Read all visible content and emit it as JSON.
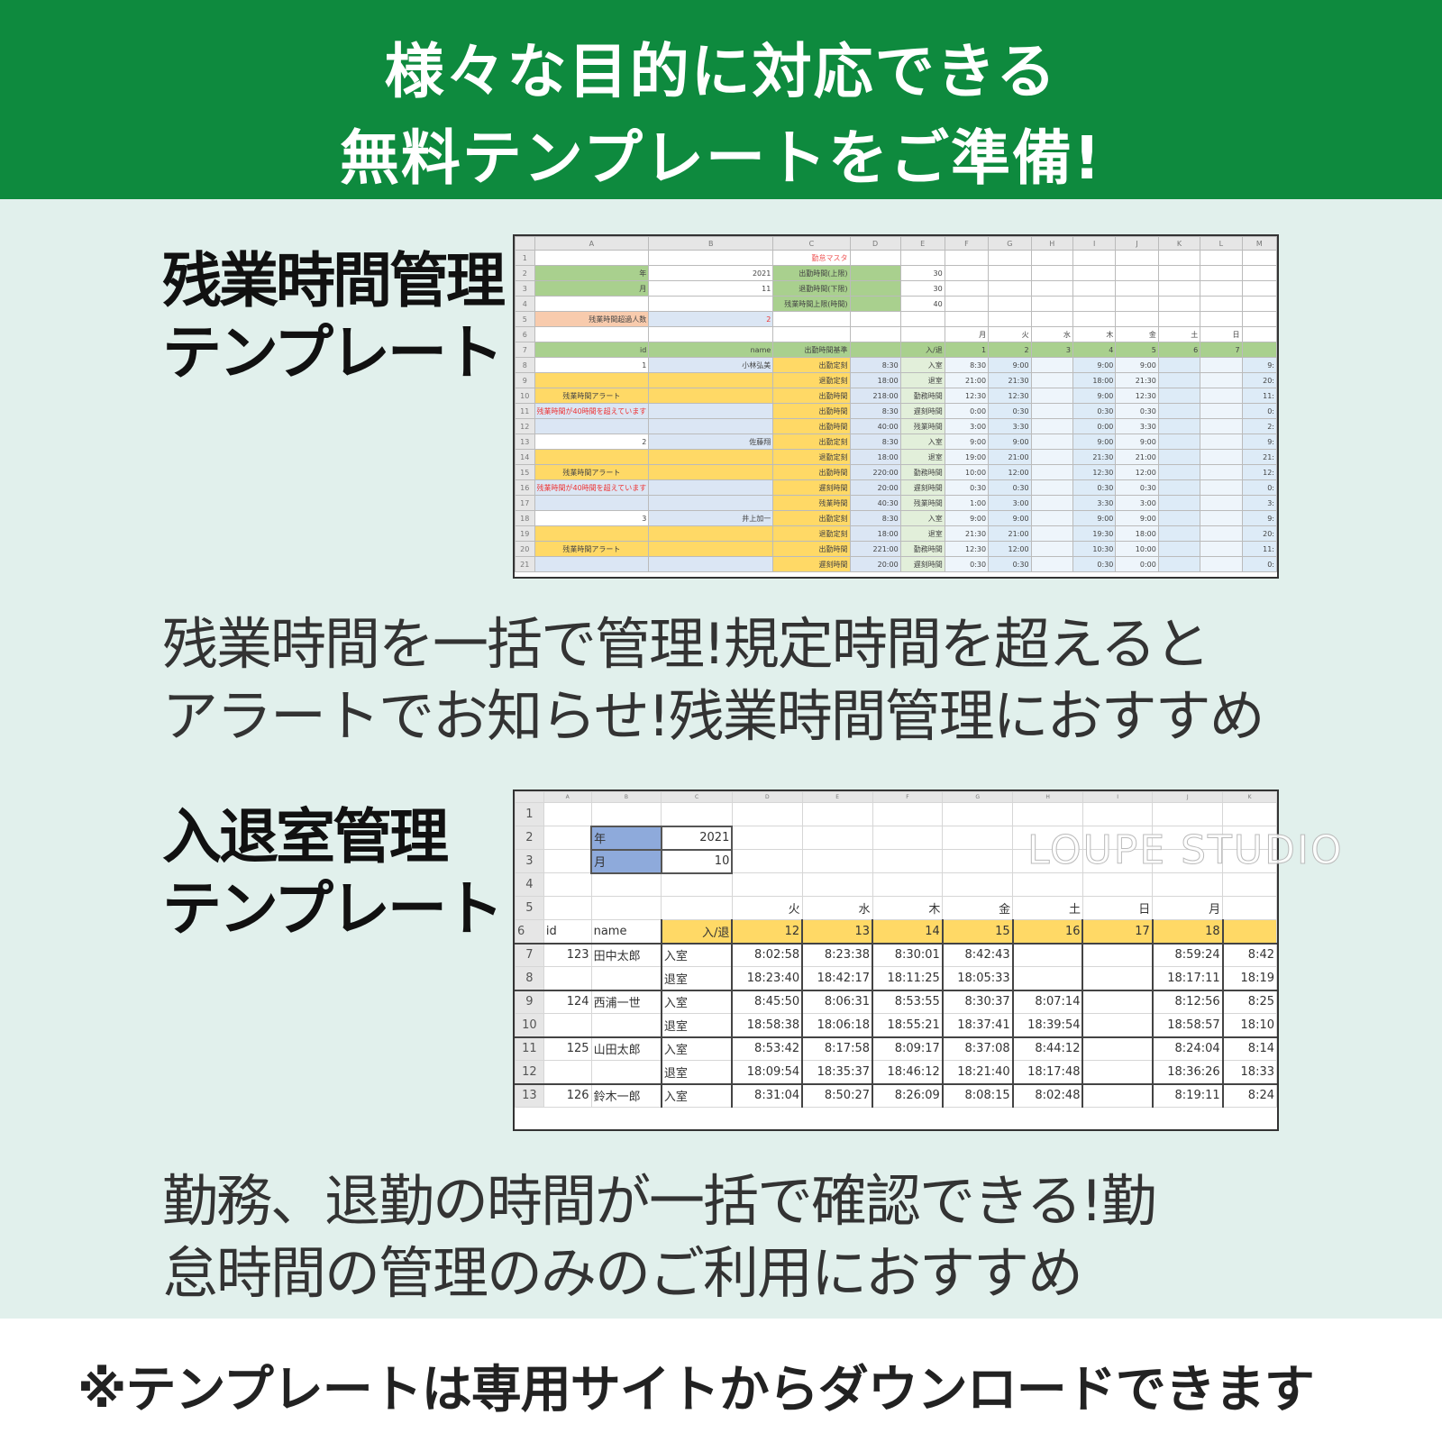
{
  "header": {
    "line1": "様々な目的に対応できる",
    "line2": "無料テンプレートをご準備!"
  },
  "section1": {
    "label1": "残業時間管理",
    "label2": "テンプレート",
    "desc1": "残業時間を一括で管理!規定時間を超えると",
    "desc2": "アラートでお知らせ!残業時間管理におすすめ",
    "sheet": {
      "rows": [
        [
          "",
          "A",
          "B",
          "C",
          "D",
          "E",
          "F",
          "G",
          "H",
          "I",
          "J",
          "K",
          "L",
          "M"
        ],
        [
          "1",
          "",
          "",
          "勤怠マスタ",
          "",
          "",
          "",
          "",
          "",
          "",
          "",
          "",
          "",
          ""
        ],
        [
          "2",
          "年",
          "2021",
          "出勤時間(上限)",
          "",
          "30",
          "",
          "",
          "",
          "",
          "",
          "",
          "",
          ""
        ],
        [
          "3",
          "月",
          "11",
          "退勤時間(下限)",
          "",
          "30",
          "",
          "",
          "",
          "",
          "",
          "",
          "",
          ""
        ],
        [
          "4",
          "",
          "",
          "残業時間上限(時間)",
          "",
          "40",
          "",
          "",
          "",
          "",
          "",
          "",
          "",
          ""
        ],
        [
          "5",
          "残業時間超過人数",
          "2",
          "",
          "",
          "",
          "",
          "",
          "",
          "",
          "",
          "",
          "",
          ""
        ],
        [
          "6",
          "",
          "",
          "",
          "",
          "",
          "月",
          "火",
          "水",
          "木",
          "金",
          "土",
          "日",
          ""
        ],
        [
          "7",
          "id",
          "name",
          "出勤時間基準",
          "",
          "入/退",
          "1",
          "2",
          "3",
          "4",
          "5",
          "6",
          "7",
          ""
        ],
        [
          "8",
          "1",
          "小林弘美",
          "出勤定刻",
          "8:30",
          "入室",
          "8:30",
          "9:00",
          "",
          "9:00",
          "9:00",
          "",
          "",
          "9:"
        ],
        [
          "9",
          "",
          "",
          "退勤定刻",
          "18:00",
          "退室",
          "21:00",
          "21:30",
          "",
          "18:00",
          "21:30",
          "",
          "",
          "20:"
        ],
        [
          "10",
          "残業時間アラート",
          "",
          "出勤時間",
          "218:00",
          "勤務時間",
          "12:30",
          "12:30",
          "",
          "9:00",
          "12:30",
          "",
          "",
          "11:"
        ],
        [
          "11",
          "残業時間が40時間を超えています",
          "",
          "出勤時間",
          "8:30",
          "遅刻時間",
          "0:00",
          "0:30",
          "",
          "0:30",
          "0:30",
          "",
          "",
          "0:"
        ],
        [
          "12",
          "",
          "",
          "出勤時間",
          "40:00",
          "残業時間",
          "3:00",
          "3:30",
          "",
          "0:00",
          "3:30",
          "",
          "",
          "2:"
        ],
        [
          "13",
          "2",
          "佐藤翔",
          "出勤定刻",
          "8:30",
          "入室",
          "9:00",
          "9:00",
          "",
          "9:00",
          "9:00",
          "",
          "",
          "9:"
        ],
        [
          "14",
          "",
          "",
          "退勤定刻",
          "18:00",
          "退室",
          "19:00",
          "21:00",
          "",
          "21:30",
          "21:00",
          "",
          "",
          "21:"
        ],
        [
          "15",
          "残業時間アラート",
          "",
          "出勤時間",
          "220:00",
          "勤務時間",
          "10:00",
          "12:00",
          "",
          "12:30",
          "12:00",
          "",
          "",
          "12:"
        ],
        [
          "16",
          "残業時間が40時間を超えています",
          "",
          "遅刻時間",
          "20:00",
          "遅刻時間",
          "0:30",
          "0:30",
          "",
          "0:30",
          "0:30",
          "",
          "",
          "0:"
        ],
        [
          "17",
          "",
          "",
          "残業時間",
          "40:30",
          "残業時間",
          "1:00",
          "3:00",
          "",
          "3:30",
          "3:00",
          "",
          "",
          "3:"
        ],
        [
          "18",
          "3",
          "井上加一",
          "出勤定刻",
          "8:30",
          "入室",
          "9:00",
          "9:00",
          "",
          "9:00",
          "9:00",
          "",
          "",
          "9:"
        ],
        [
          "19",
          "",
          "",
          "退勤定刻",
          "18:00",
          "退室",
          "21:30",
          "21:00",
          "",
          "19:30",
          "18:00",
          "",
          "",
          "20:"
        ],
        [
          "20",
          "残業時間アラート",
          "",
          "出勤時間",
          "221:00",
          "勤務時間",
          "12:30",
          "12:00",
          "",
          "10:30",
          "10:00",
          "",
          "",
          "11:"
        ],
        [
          "21",
          "",
          "",
          "遅刻時間",
          "20:00",
          "遅刻時間",
          "0:30",
          "0:30",
          "",
          "0:30",
          "0:00",
          "",
          "",
          "0:"
        ]
      ]
    }
  },
  "section2": {
    "label1": "入退室管理",
    "label2": "テンプレート",
    "desc1": "勤務、退勤の時間が一括で確認できる!勤",
    "desc2": "怠時間の管理のみのご利用におすすめ",
    "sheet": {
      "rows": [
        [
          "",
          "A",
          "B",
          "C",
          "D",
          "E",
          "F",
          "G",
          "H",
          "I",
          "J",
          "K"
        ],
        [
          "1",
          "",
          "",
          "",
          "",
          "",
          "",
          "",
          "",
          "",
          "",
          ""
        ],
        [
          "2",
          "",
          "年",
          "2021",
          "",
          "",
          "",
          "",
          "",
          "",
          "",
          ""
        ],
        [
          "3",
          "",
          "月",
          "10",
          "",
          "",
          "",
          "",
          "",
          "",
          "",
          ""
        ],
        [
          "4",
          "",
          "",
          "",
          "",
          "",
          "",
          "",
          "",
          "",
          "",
          ""
        ],
        [
          "5",
          "",
          "",
          "",
          "火",
          "水",
          "木",
          "金",
          "土",
          "日",
          "月",
          ""
        ],
        [
          "6",
          "id",
          "name",
          "入/退",
          "12",
          "13",
          "14",
          "15",
          "16",
          "17",
          "18",
          ""
        ],
        [
          "7",
          "123",
          "田中太郎",
          "入室",
          "8:02:58",
          "8:23:38",
          "8:30:01",
          "8:42:43",
          "",
          "",
          "8:59:24",
          "8:42"
        ],
        [
          "8",
          "",
          "",
          "退室",
          "18:23:40",
          "18:42:17",
          "18:11:25",
          "18:05:33",
          "",
          "",
          "18:17:11",
          "18:19"
        ],
        [
          "9",
          "124",
          "西浦一世",
          "入室",
          "8:45:50",
          "8:06:31",
          "8:53:55",
          "8:30:37",
          "8:07:14",
          "",
          "8:12:56",
          "8:25"
        ],
        [
          "10",
          "",
          "",
          "退室",
          "18:58:38",
          "18:06:18",
          "18:55:21",
          "18:37:41",
          "18:39:54",
          "",
          "18:58:57",
          "18:10"
        ],
        [
          "11",
          "125",
          "山田太郎",
          "入室",
          "8:53:42",
          "8:17:58",
          "8:09:17",
          "8:37:08",
          "8:44:12",
          "",
          "8:24:04",
          "8:14"
        ],
        [
          "12",
          "",
          "",
          "退室",
          "18:09:54",
          "18:35:37",
          "18:46:12",
          "18:21:40",
          "18:17:48",
          "",
          "18:36:26",
          "18:33"
        ],
        [
          "13",
          "126",
          "鈴木一郎",
          "入室",
          "8:31:04",
          "8:50:27",
          "8:26:09",
          "8:08:15",
          "8:02:48",
          "",
          "8:19:11",
          "8:24"
        ]
      ]
    },
    "watermark": "LOUPE STUDIO"
  },
  "footer": {
    "note": "※テンプレートは専用サイトからダウンロードできます"
  },
  "colors": {
    "header_green": "#0e8a3e",
    "background": "#e1f0ec",
    "cell_green": "#a9d08e",
    "cell_yellow": "#ffd966",
    "cell_blue": "#dbe6f4",
    "cell_orange": "#f8cbad",
    "header_blue": "#8eaadb"
  }
}
